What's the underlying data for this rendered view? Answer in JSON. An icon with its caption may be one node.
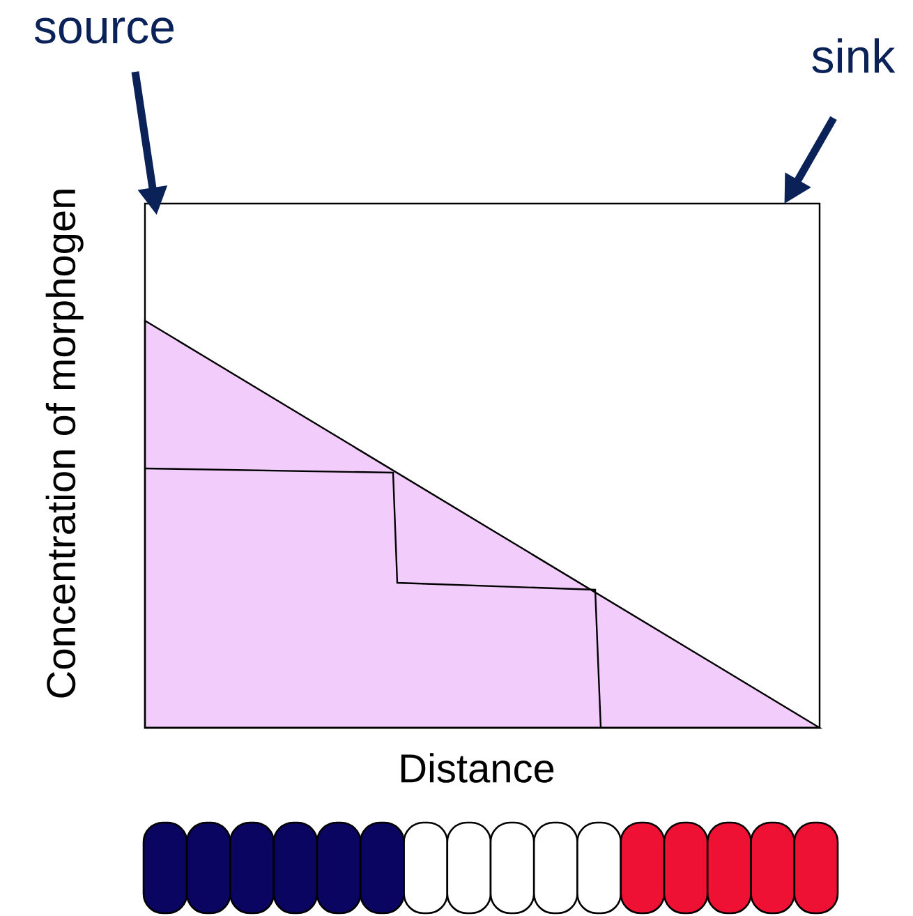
{
  "diagram": {
    "nodes": [
      {
        "text": [
          "source"
        ]
      },
      {
        "text": [
          "sink"
        ]
      },
      {
        "text": [],
        "shape": "box",
        "beside": [
          "Concentration of morphogen",
          "Distance"
        ]
      }
    ],
    "edges": [
      {
        "from": 0,
        "to": 2,
        "arrow": "to"
      },
      {
        "from": 1,
        "to": 2,
        "arrow": "to"
      }
    ]
  }
}
